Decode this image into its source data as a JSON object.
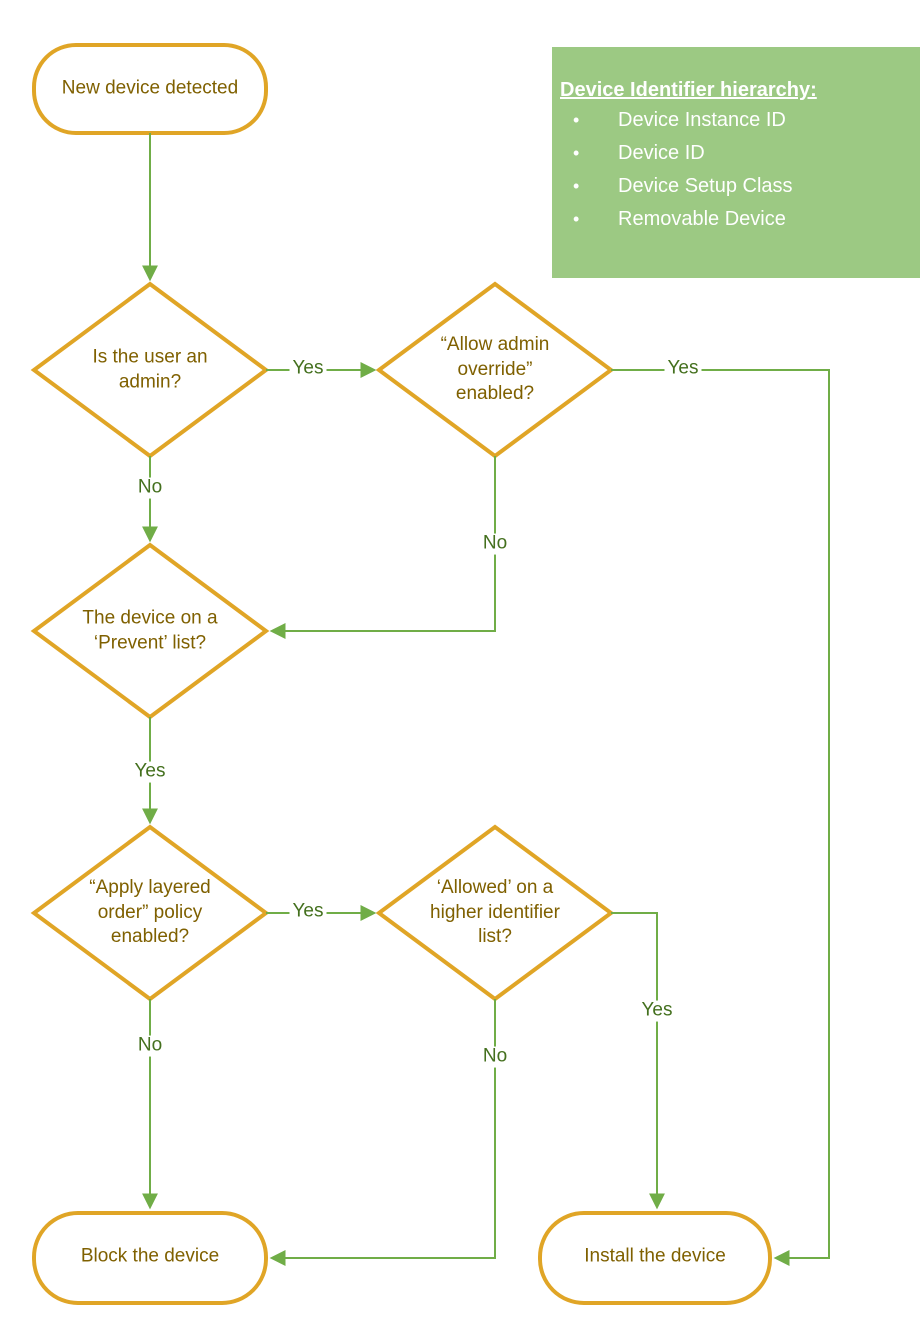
{
  "palette": {
    "shape_border": "#E0A526",
    "shape_text": "#7F6000",
    "connector_green": "#70AD47",
    "edge_label_green": "#44701E",
    "panel_background": "#9CC983",
    "panel_text": "#FFFFFF"
  },
  "nodes": {
    "start": {
      "label": "New device detected"
    },
    "d_admin": {
      "label": "Is the user an\nadmin?"
    },
    "d_override": {
      "label": "“Allow admin\noverride”\nenabled?"
    },
    "d_prevent": {
      "label": "The device on a\n‘Prevent’ list?"
    },
    "d_layered": {
      "label": "“Apply layered\norder” policy\nenabled?"
    },
    "d_higher": {
      "label": "‘Allowed’ on a\nhigher identifier\nlist?"
    },
    "block": {
      "label": "Block the device"
    },
    "install": {
      "label": "Install the device"
    }
  },
  "labels": {
    "admin_yes": "Yes",
    "admin_no": "No",
    "override_yes": "Yes",
    "override_no": "No",
    "prevent_yes": "Yes",
    "layered_yes": "Yes",
    "layered_no": "No",
    "higher_yes": "Yes",
    "higher_no": "No"
  },
  "panel": {
    "title": "Device Identifier hierarchy:",
    "bullet": "•",
    "items": [
      "Device Instance ID",
      "Device ID",
      "Device Setup Class",
      "Removable Device"
    ]
  }
}
